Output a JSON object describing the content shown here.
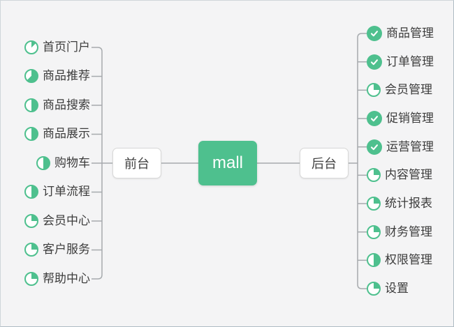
{
  "root": {
    "label": "mall"
  },
  "branches": {
    "front": {
      "label": "前台",
      "items": [
        {
          "label": "首页门户",
          "progress": "1/8"
        },
        {
          "label": "商品推荐",
          "progress": "5/8"
        },
        {
          "label": "商品搜索",
          "progress": "1/2"
        },
        {
          "label": "商品展示",
          "progress": "1/2"
        },
        {
          "label": "购物车",
          "progress": "1/2"
        },
        {
          "label": "订单流程",
          "progress": "1/2"
        },
        {
          "label": "会员中心",
          "progress": "1/4"
        },
        {
          "label": "客户服务",
          "progress": "1/4"
        },
        {
          "label": "帮助中心",
          "progress": "1/4"
        }
      ]
    },
    "back": {
      "label": "后台",
      "items": [
        {
          "label": "商品管理",
          "progress": "done"
        },
        {
          "label": "订单管理",
          "progress": "done"
        },
        {
          "label": "会员管理",
          "progress": "1/4"
        },
        {
          "label": "促销管理",
          "progress": "done"
        },
        {
          "label": "运营管理",
          "progress": "done"
        },
        {
          "label": "内容管理",
          "progress": "1/4"
        },
        {
          "label": "统计报表",
          "progress": "1/4"
        },
        {
          "label": "财务管理",
          "progress": "1/4"
        },
        {
          "label": "权限管理",
          "progress": "1/2"
        },
        {
          "label": "设置",
          "progress": "1/4"
        }
      ]
    }
  },
  "colors": {
    "green": "#4ec08e",
    "line": "#a6aaad",
    "bg": "#f4f4f5",
    "text": "#3c3c3c"
  }
}
